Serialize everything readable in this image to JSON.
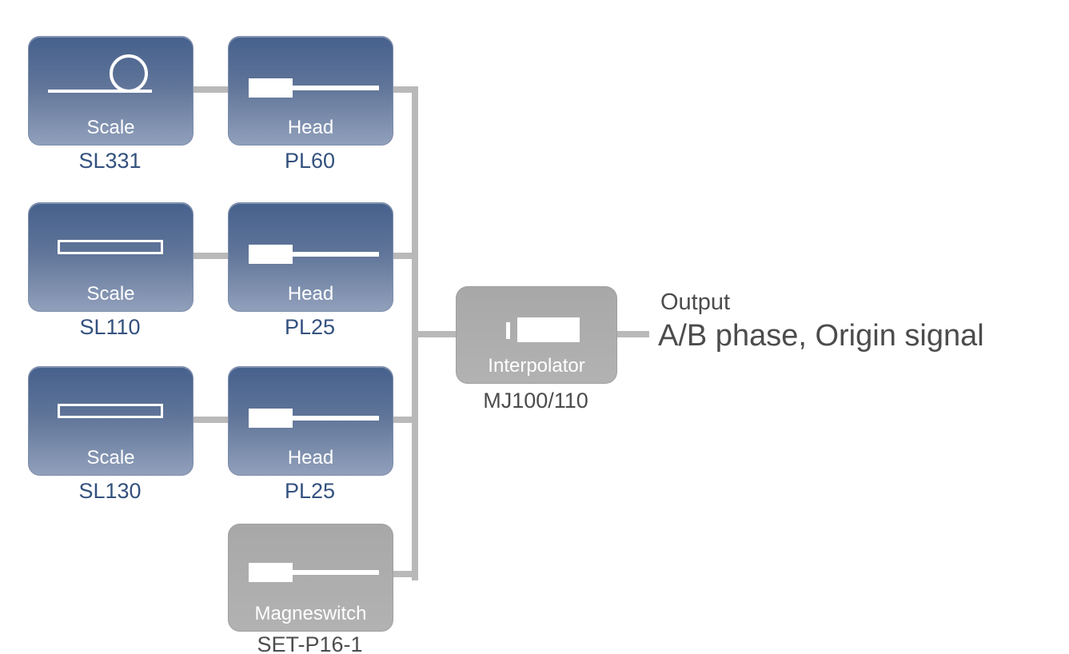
{
  "colors": {
    "box_blue_top": "#46618d",
    "box_blue_bottom": "#91a0bb",
    "box_gray": "#acacac",
    "connector_gray": "#b9b9b9",
    "box_label_text": "#ffffff",
    "model_text_blue": "#33517e",
    "model_text_gray": "#4c4c4c",
    "output_text": "#4c4c4c"
  },
  "icons": {
    "scale_row1": "coil-tape-scale",
    "scale_bar": "bar-scale",
    "head": "sensor-head-with-cable",
    "interpolator": "interpolator-module",
    "magneswitch": "sensor-head-with-cable"
  },
  "rows": [
    {
      "scale": {
        "label": "Scale",
        "model": "SL331"
      },
      "head": {
        "label": "Head",
        "model": "PL60"
      }
    },
    {
      "scale": {
        "label": "Scale",
        "model": "SL110"
      },
      "head": {
        "label": "Head",
        "model": "PL25"
      }
    },
    {
      "scale": {
        "label": "Scale",
        "model": "SL130"
      },
      "head": {
        "label": "Head",
        "model": "PL25"
      }
    }
  ],
  "magneswitch": {
    "label": "Magneswitch",
    "model": "SET-P16-1"
  },
  "interpolator": {
    "label": "Interpolator",
    "model": "MJ100/110"
  },
  "output": {
    "title": "Output",
    "detail": "A/B phase, Origin signal"
  }
}
